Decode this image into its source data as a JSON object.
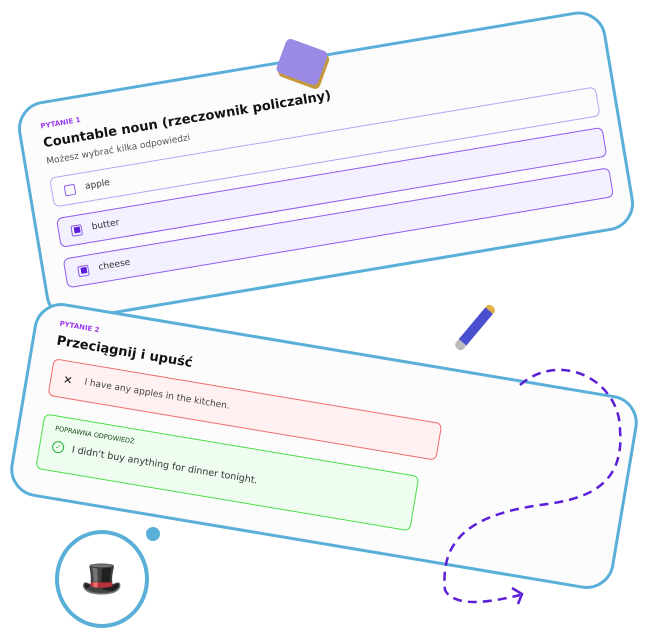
{
  "question1": {
    "number": "PYTANIE 1",
    "title": "Countable noun (rzeczownik policzalny)",
    "subtitle": "Możesz wybrać kilka odpowiedzi",
    "options": [
      {
        "label": "apple",
        "checked": false
      },
      {
        "label": "butter",
        "checked": true
      },
      {
        "label": "cheese",
        "checked": true
      }
    ]
  },
  "question2": {
    "number": "PYTANIE 2",
    "title": "Przeciągnij i upuść",
    "wrong_answer": "I have any apples in the kitchen.",
    "correct_label": "POPRAWNA ODPOWIEDŹ",
    "correct_answer": "I didn't buy anything for dinner tonight."
  },
  "colors": {
    "accent": "#8d5cf0",
    "border": "#5aafd8",
    "wrong": "#f06a6a",
    "correct": "#4ade4a"
  },
  "icons": {
    "notebook": "notebook-icon",
    "pen": "pen-icon",
    "magic_hat": "magic-hat-icon"
  }
}
